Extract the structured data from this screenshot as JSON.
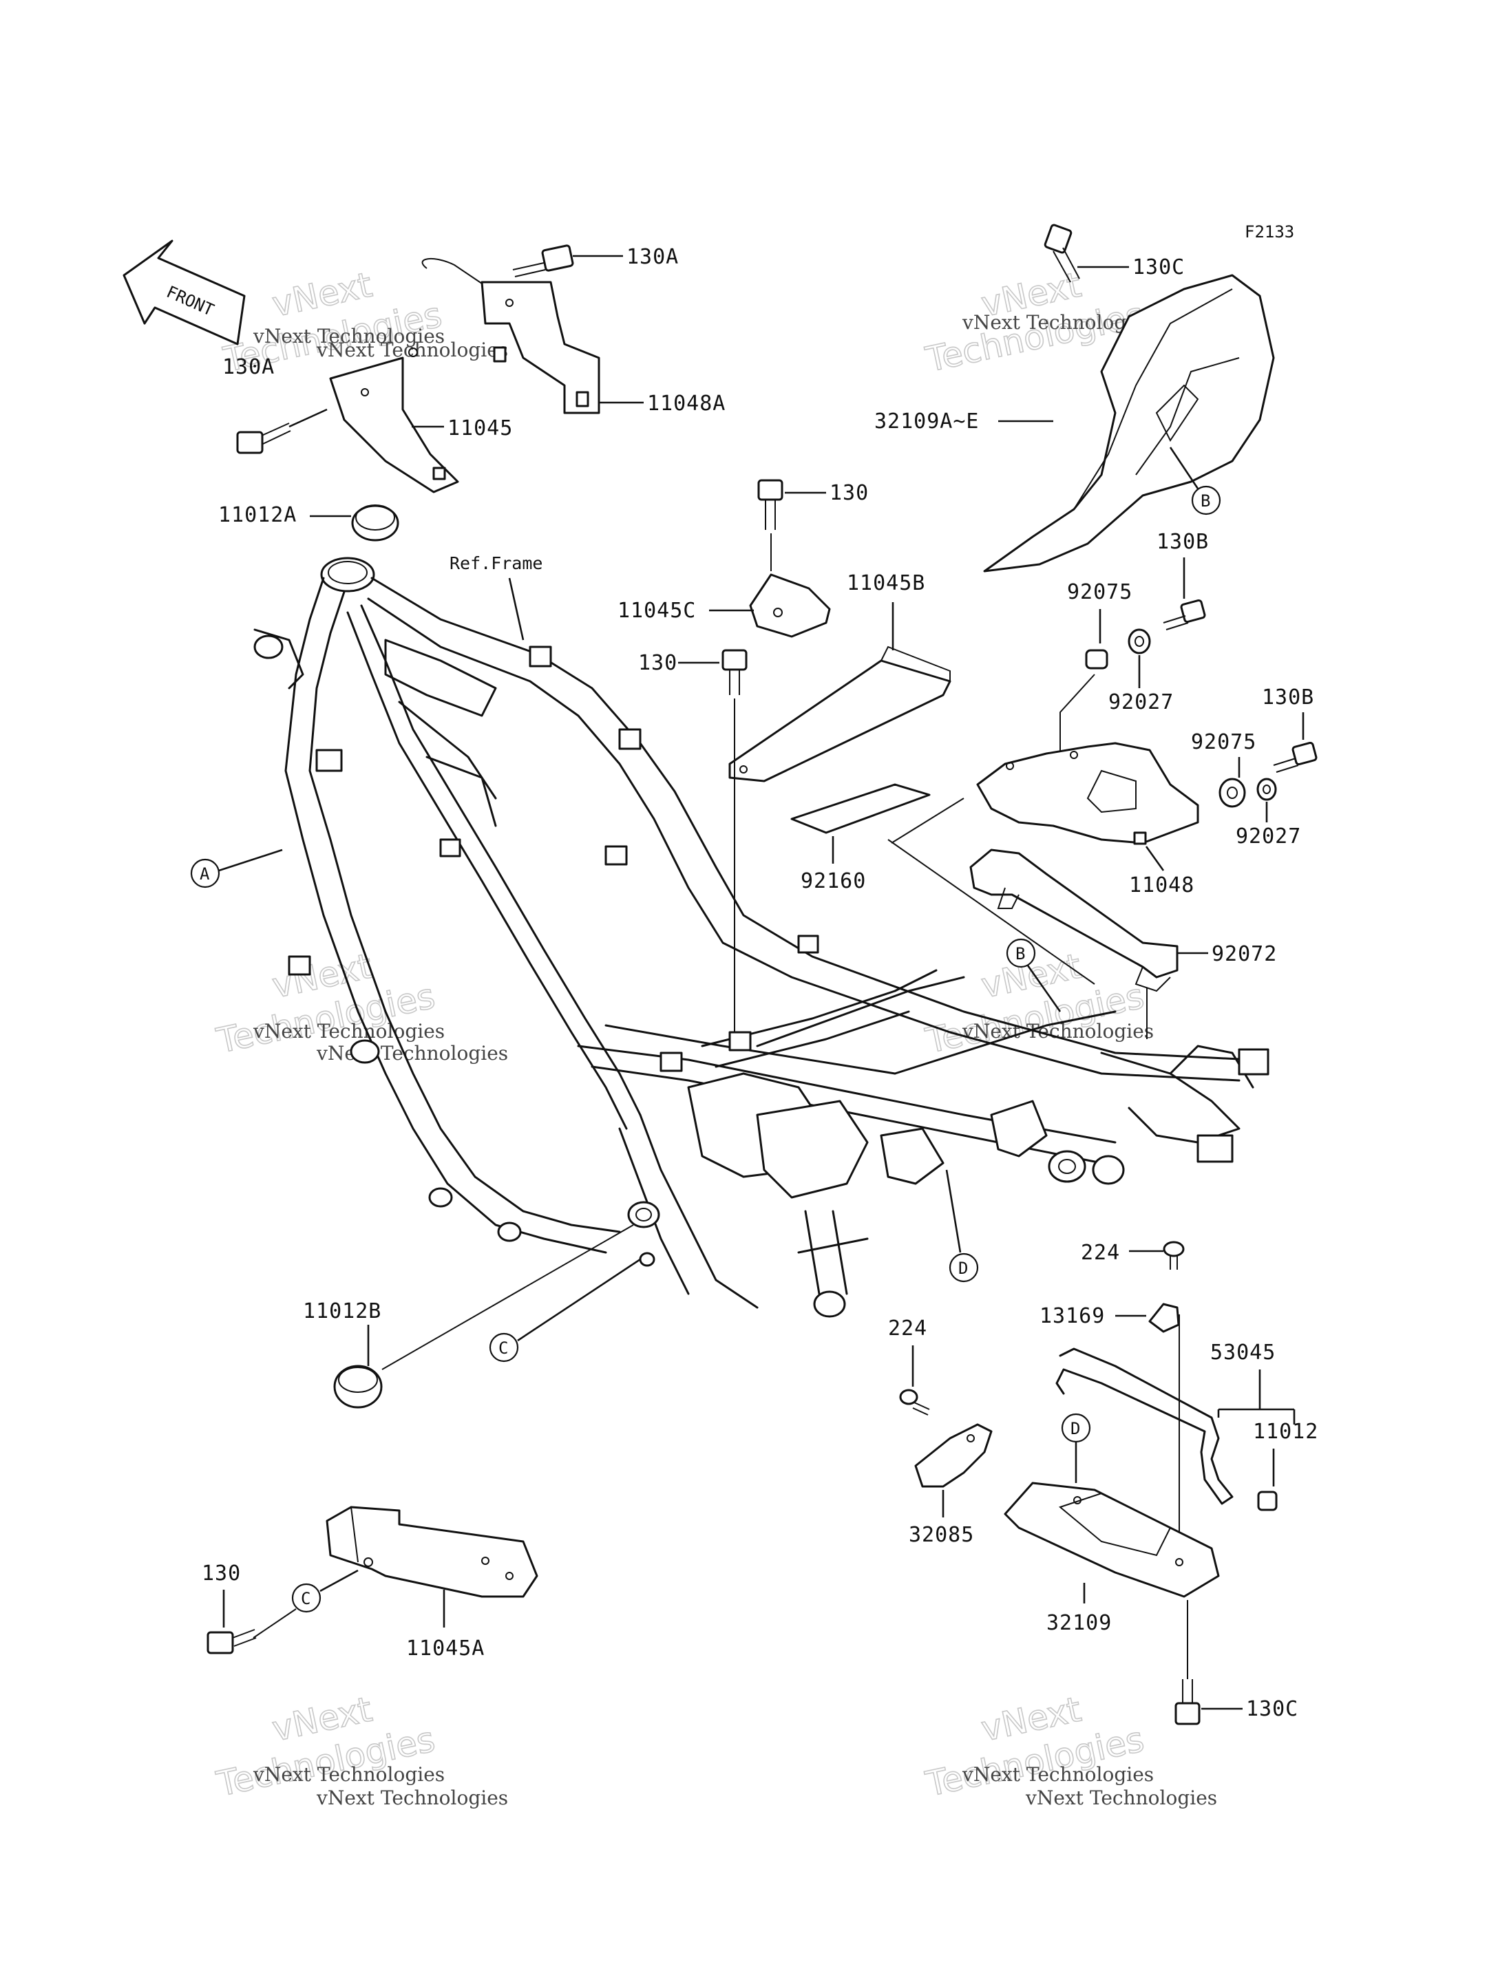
{
  "figure_code": "F2133",
  "front_arrow_label": "FRONT",
  "frame_reference": "Ref.Frame",
  "watermark": {
    "line1": "vNext Technologies",
    "line2": "vNext Technologies"
  },
  "part_labels": {
    "p130A_top": "130A",
    "p130A_left": "130A",
    "p11045": "11045",
    "p11048A": "11048A",
    "p11012A": "11012A",
    "p130C_top": "130C",
    "p32109AE": "32109A~E",
    "p130_top": "130",
    "p11045C": "11045C",
    "p11045B": "11045B",
    "p130_mid": "130",
    "p92160": "92160",
    "p130B_top": "130B",
    "p92075_top": "92075",
    "p92027_top": "92027",
    "p130B_mid": "130B",
    "p92075_mid": "92075",
    "p92027_mid": "92027",
    "p11048": "11048",
    "p92072": "92072",
    "p224_right": "224",
    "p11012B": "11012B",
    "p13169": "13169",
    "p53045": "53045",
    "p224_mid": "224",
    "p11012": "11012",
    "p32085": "32085",
    "p32109": "32109",
    "p130_bottom": "130",
    "p11045A": "11045A",
    "p130C_bottom": "130C"
  },
  "callouts": {
    "A": "A",
    "B_top": "B",
    "B_mid": "B",
    "C_frame": "C",
    "C_bottom": "C",
    "D_frame": "D",
    "D_bottom": "D"
  }
}
